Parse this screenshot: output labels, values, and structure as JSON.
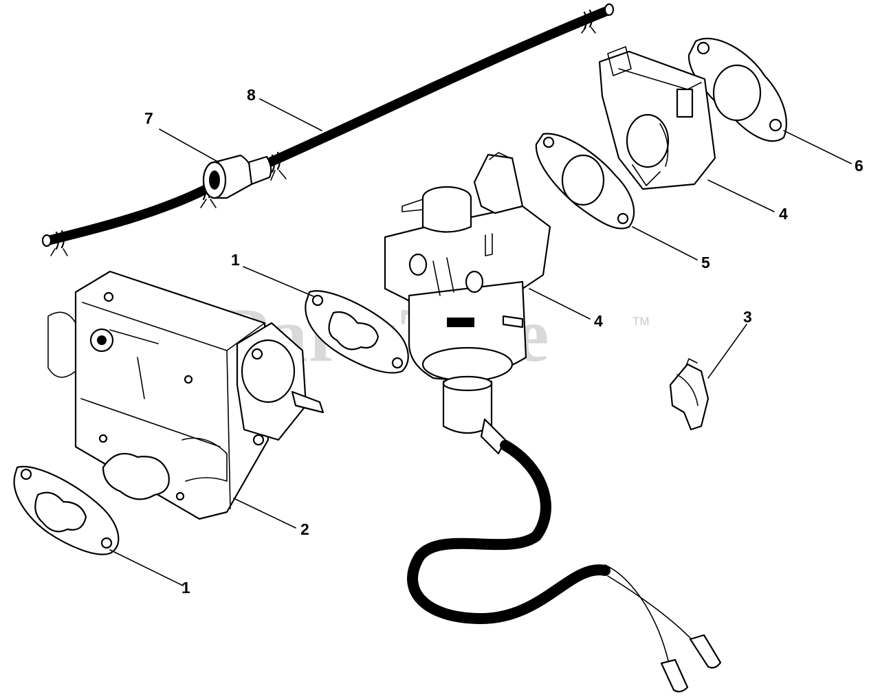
{
  "watermark": {
    "text": "PartsTree",
    "trademark": "TM"
  },
  "callouts": [
    {
      "id": "8",
      "label": "8"
    },
    {
      "id": "7",
      "label": "7"
    },
    {
      "id": "6",
      "label": "6"
    },
    {
      "id": "4a",
      "label": "4"
    },
    {
      "id": "5",
      "label": "5"
    },
    {
      "id": "1a",
      "label": "1"
    },
    {
      "id": "4b",
      "label": "4"
    },
    {
      "id": "3",
      "label": "3"
    },
    {
      "id": "2",
      "label": "2"
    },
    {
      "id": "1b",
      "label": "1"
    }
  ],
  "colors": {
    "line": "#000000",
    "watermark": "#d9d9d9",
    "background": "#ffffff"
  }
}
